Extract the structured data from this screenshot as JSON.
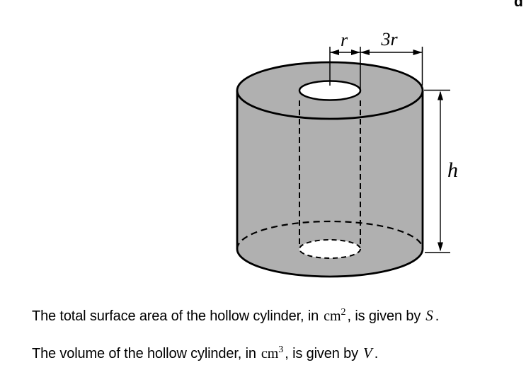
{
  "corner": {
    "fragment": "d"
  },
  "diagram": {
    "type": "hollow-cylinder-figure",
    "fill_color": "#b0b0b0",
    "line_color": "#000000",
    "labels": {
      "inner_radius": "r",
      "wall_width": "3r",
      "height": "h"
    }
  },
  "caption": {
    "line1": {
      "prefix": "The total surface area of the hollow cylinder, in",
      "unit": "cm",
      "exponent": "2",
      "middle": ", is given by",
      "symbol": "S",
      "period": "."
    },
    "line2": {
      "prefix": "The volume of the hollow cylinder, in",
      "unit": "cm",
      "exponent": "3",
      "middle": ", is given by",
      "symbol": "V",
      "period": "."
    }
  }
}
